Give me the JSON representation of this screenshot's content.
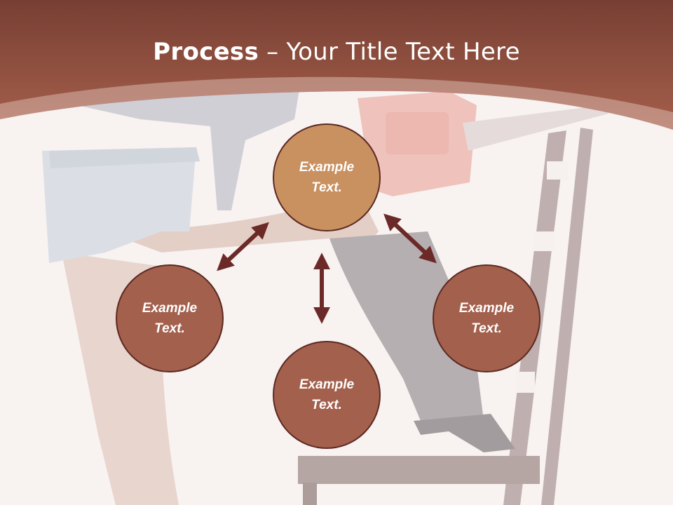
{
  "slide": {
    "title_bold": "Process",
    "title_rest": " – Your Title Text Here"
  },
  "diagram": {
    "nodes": [
      {
        "id": "top",
        "line1": "Example",
        "line2": "Text."
      },
      {
        "id": "left",
        "line1": "Example",
        "line2": "Text."
      },
      {
        "id": "bottom",
        "line1": "Example",
        "line2": "Text."
      },
      {
        "id": "right",
        "line1": "Example",
        "line2": "Text."
      }
    ]
  },
  "colors": {
    "header_top": "#7a4336",
    "header_bottom": "#a45e4c",
    "node_top_fill": "#c99060",
    "node_fill": "#a3604d",
    "node_border": "#5c2a22",
    "arrow": "#6b2a28"
  },
  "icons": {
    "arrow": "double-headed-arrow",
    "background": "chainsaw-photo"
  }
}
